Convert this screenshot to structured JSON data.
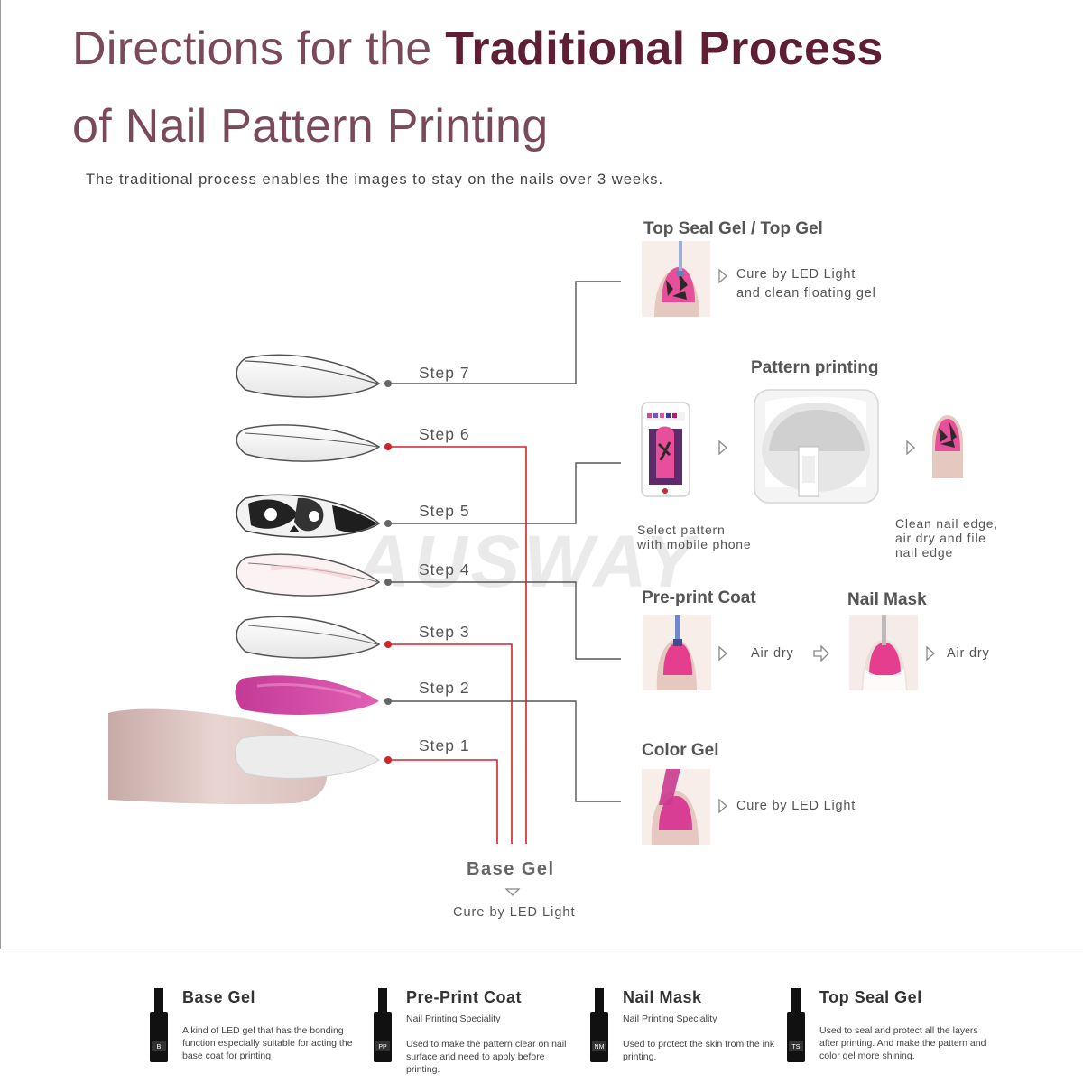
{
  "title": {
    "line1_light": "Directions for the ",
    "line1_bold": "Traditional Process",
    "line2": "of Nail Pattern Printing"
  },
  "subtitle": "The traditional process enables the images to stay on the nails over 3 weeks.",
  "steps": [
    {
      "label": "Step 7"
    },
    {
      "label": "Step 6"
    },
    {
      "label": "Step 5"
    },
    {
      "label": "Step 4"
    },
    {
      "label": "Step 3"
    },
    {
      "label": "Step 2"
    },
    {
      "label": "Step 1"
    }
  ],
  "colors": {
    "red_connector": "#d4242b",
    "gray_connector": "#555555",
    "magenta": "#d04a9d",
    "title_dark": "#5e1f36"
  },
  "top_seal": {
    "title": "Top Seal Gel / Top Gel",
    "note_line1": "Cure by LED Light",
    "note_line2": "and clean floating gel"
  },
  "pattern_printing": {
    "title": "Pattern printing",
    "select_line1": "Select pattern",
    "select_line2": "with mobile phone",
    "clean_line1": "Clean nail edge,",
    "clean_line2": "air dry and file",
    "clean_line3": "nail edge"
  },
  "preprint": {
    "title": "Pre-print Coat",
    "note": "Air dry"
  },
  "nail_mask": {
    "title": "Nail Mask",
    "note": "Air dry"
  },
  "color_gel": {
    "title": "Color Gel",
    "note": "Cure by LED Light"
  },
  "base_gel": {
    "title": "Base Gel",
    "note": "Cure by LED Light"
  },
  "watermark": "AUSWAY",
  "products": [
    {
      "name": "Base Gel",
      "spec": "",
      "badge": "B",
      "desc": "A kind of LED gel that has the bonding function especially suitable for acting the base coat for printing"
    },
    {
      "name": "Pre-Print Coat",
      "spec": "Nail Printing Speciality",
      "badge": "PP",
      "desc": "Used to make the pattern clear on nail surface and need to apply before printing."
    },
    {
      "name": "Nail Mask",
      "spec": "Nail Printing Speciality",
      "badge": "NM",
      "desc": "Used to protect the skin from the ink printing."
    },
    {
      "name": "Top Seal Gel",
      "spec": "",
      "badge": "TS",
      "desc": "Used to seal and protect all the layers after printing. And make the pattern and color gel more shining."
    }
  ]
}
